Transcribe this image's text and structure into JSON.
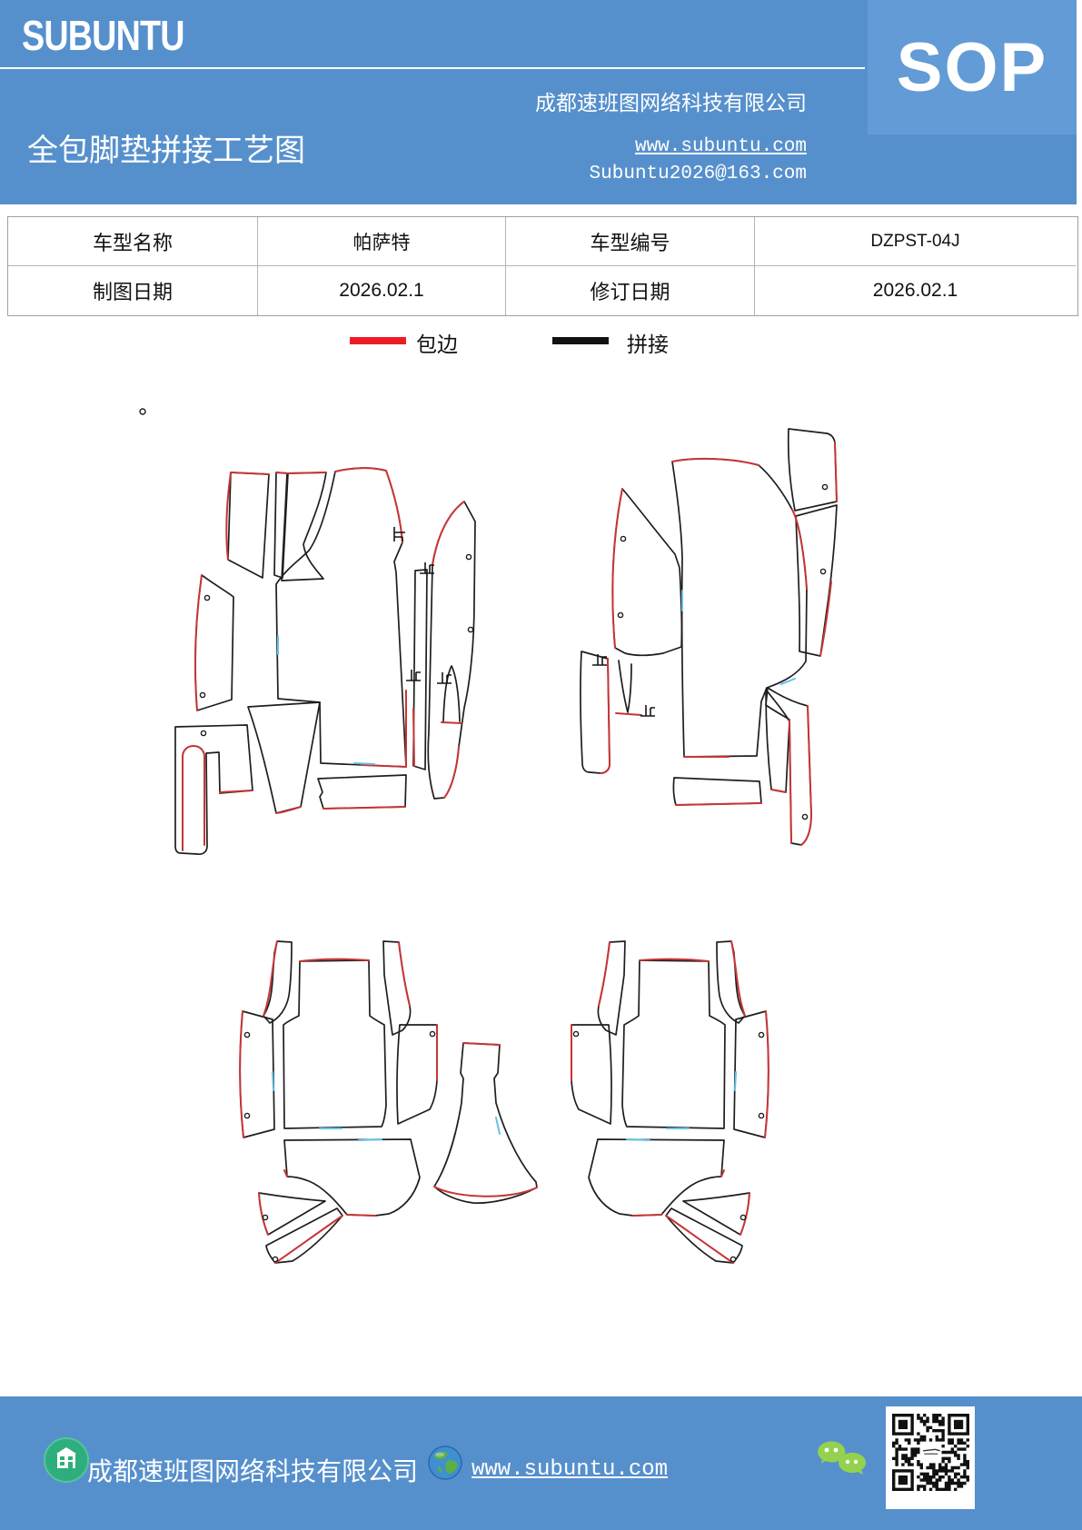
{
  "page": {
    "accent_blue": "#5690cc",
    "sop_box_blue": "#639bd6",
    "edge_red": "#c63536",
    "edge_black": "#1e1e1e",
    "legend_red": "#ed1c24"
  },
  "header": {
    "logo": "SUBUNTU",
    "title": "全包脚垫拼接工艺图",
    "company": "成都速班图网络科技有限公司",
    "website": "www.subuntu.com",
    "email": "Subuntu2026@163.com",
    "sop": "SOP"
  },
  "info_table": {
    "rows": [
      [
        "车型名称",
        "帕萨特",
        "车型编号",
        "DZPST-04J"
      ],
      [
        "制图日期",
        "2026.02.1",
        "修订日期",
        "2026.02.1"
      ]
    ]
  },
  "legend": {
    "items": [
      {
        "label": "包边",
        "color": "#ed1c24"
      },
      {
        "label": "拼接",
        "color": "#111111"
      }
    ]
  },
  "footer": {
    "company": "成都速班图网络科技有限公司",
    "website": "www.subuntu.com",
    "icons": [
      "building-icon",
      "globe-icon",
      "wechat-icon",
      "qr-code"
    ]
  }
}
